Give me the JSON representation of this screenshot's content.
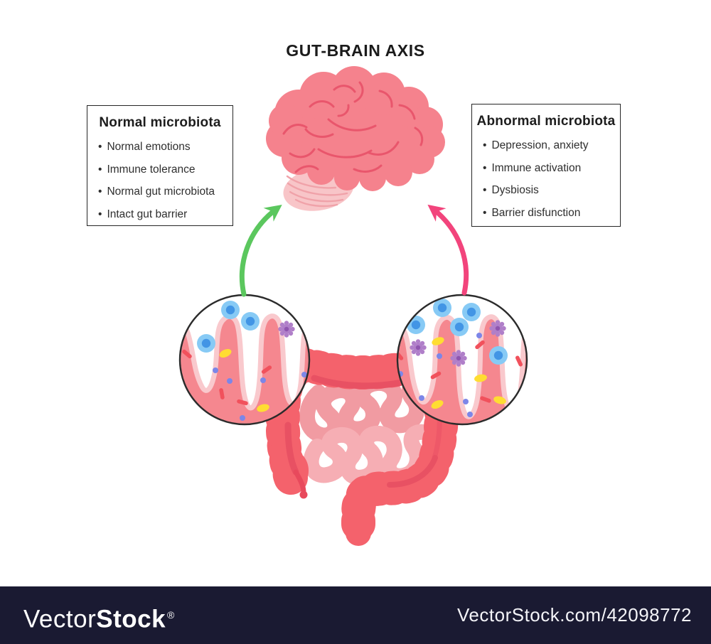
{
  "title": "GUT-BRAIN AXIS",
  "ui": {
    "bullet_char": "•"
  },
  "boxes": {
    "normal": {
      "title": "Normal microbiota",
      "items": [
        "Normal emotions",
        "Immune tolerance",
        "Normal gut microbiota",
        "Intact gut barrier"
      ]
    },
    "abnormal": {
      "title": "Abnormal microbiota",
      "items": [
        "Depression, anxiety",
        "Immune activation",
        "Dysbiosis",
        "Barrier disfunction"
      ]
    }
  },
  "colors": {
    "arrow_normal_green": "#5BC75E",
    "arrow_abnormal_pink": "#F2447C",
    "brain_pink": "#F5828D",
    "brain_sulci": "#E9566C",
    "cerebellum_pink": "#F8C5C8",
    "cerebellum_lines": "#F0A2A9",
    "colon_salmon": "#F4626C",
    "colon_shadow": "#E85163",
    "appendix_red": "#E8495C",
    "small_intestine_light": "#F6AEB4",
    "small_intestine_mid": "#F19BA2",
    "mucosa_pink": "#F5878F",
    "mucosa_border": "#F9C9CD",
    "immune_cell_blue": "#87CAF5",
    "immune_cell_core": "#4295E5",
    "virus_purple": "#B07FC9",
    "virus_core": "#8F55AF",
    "bacteria_yellow": "#FFDD32",
    "bacteria_red_rod": "#F1515C",
    "microbe_dot_blue": "#7C86E8",
    "circle_outline": "#2b2b2b",
    "watermark_bar": "#1A1A32"
  },
  "watermark": {
    "brand_regular": "Vector",
    "brand_bold": "Stock",
    "registered_mark": "®",
    "url": "VectorStock.com/42098772"
  }
}
